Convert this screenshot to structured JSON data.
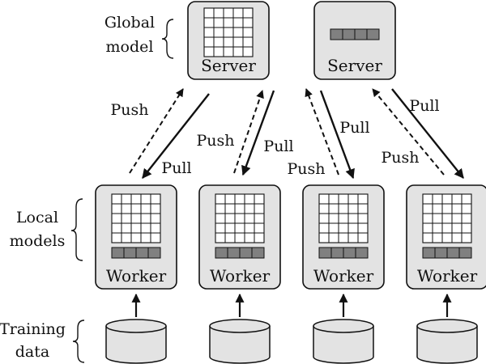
{
  "labels": {
    "global_model": [
      "Global",
      "model"
    ],
    "local_models": [
      "Local",
      "models"
    ],
    "training_data": [
      "Training",
      "data"
    ]
  },
  "servers": [
    {
      "label": "Server",
      "content": "matrix"
    },
    {
      "label": "Server",
      "content": "bar"
    }
  ],
  "workers": [
    {
      "label": "Worker"
    },
    {
      "label": "Worker"
    },
    {
      "label": "Worker"
    },
    {
      "label": "Worker"
    }
  ],
  "arrows": [
    {
      "label": "Push"
    },
    {
      "label": "Pull"
    },
    {
      "label": "Push"
    },
    {
      "label": "Pull"
    },
    {
      "label": "Pull"
    },
    {
      "label": "Push"
    },
    {
      "label": "Pull"
    },
    {
      "label": "Push"
    }
  ],
  "colors": {
    "box_fill": "#e3e3e3",
    "stroke": "#111111",
    "matrix_fill": "#ffffff",
    "bar_fill": "#808080",
    "cylinder_fill": "#e3e3e3"
  }
}
